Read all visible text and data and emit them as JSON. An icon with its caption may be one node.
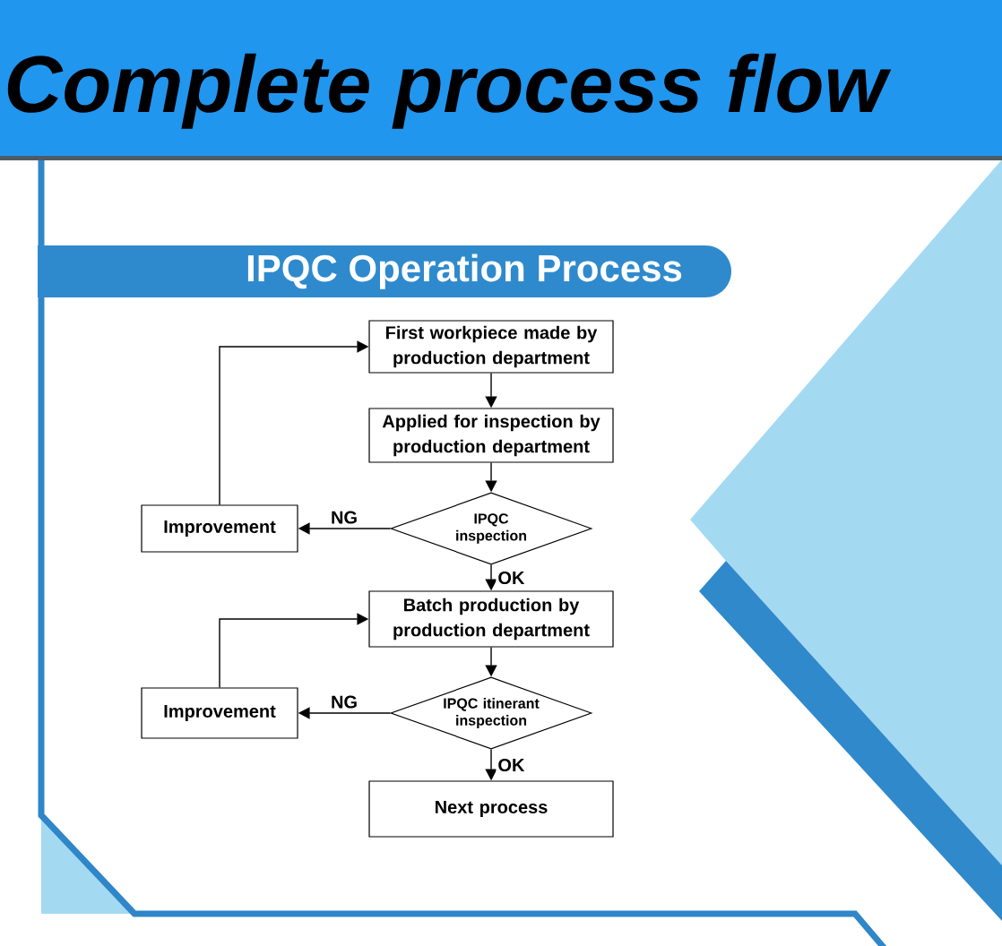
{
  "diagram": {
    "title": "Complete process flow",
    "nodes": [
      {
        "text": [
          "IPQC Operation Process"
        ]
      },
      {
        "text": [
          "First workpiece made by production department"
        ]
      },
      {
        "text": [
          "Applied for inspection by production department"
        ]
      },
      {
        "text": [
          "IPQC inspection"
        ]
      },
      {
        "text": [
          "Improvement"
        ]
      },
      {
        "text": [
          "Batch production by production department"
        ]
      },
      {
        "text": [
          "IPQC itinerant inspection"
        ]
      },
      {
        "text": [
          "Improvement"
        ]
      },
      {
        "text": [
          "Next process"
        ]
      }
    ],
    "edges": [
      {
        "from": 1,
        "to": 2,
        "arrow": "to"
      },
      {
        "from": 2,
        "to": 3,
        "arrow": "to"
      },
      {
        "from": 3,
        "to": 4,
        "arrow": "to",
        "label": "NG"
      },
      {
        "from": 4,
        "to": 1,
        "arrow": "to"
      },
      {
        "from": 3,
        "to": 5,
        "arrow": "to",
        "label": "OK"
      },
      {
        "from": 5,
        "to": 6,
        "arrow": "to"
      },
      {
        "from": 6,
        "to": 7,
        "arrow": "to",
        "label": "NG"
      },
      {
        "from": 7,
        "to": 5,
        "arrow": "to"
      },
      {
        "from": 6,
        "to": 8,
        "arrow": "to",
        "label": "OK"
      }
    ]
  }
}
